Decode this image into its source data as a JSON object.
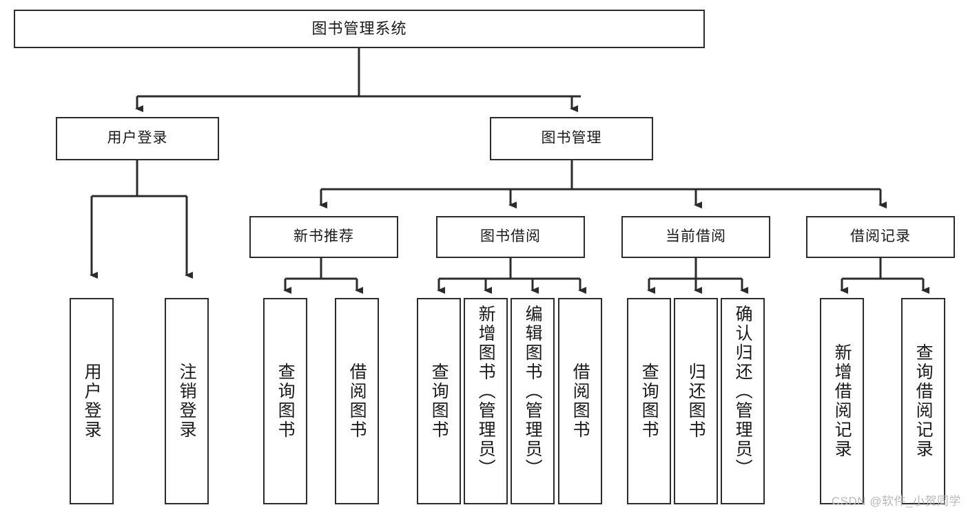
{
  "diagram": {
    "title": "图书管理系统",
    "type": "tree-hierarchy",
    "watermark": "CSDN @软件_小贺同学",
    "colors": {
      "box_border": "#2b2b2b",
      "box_fill": "#ffffff",
      "connector": "#2b2b2b",
      "text": "#1a1a1a",
      "watermark": "#b9b9b9",
      "background": "#ffffff"
    }
  },
  "nodes": {
    "root": {
      "label": "图书管理系统"
    },
    "level2": [
      {
        "id": "user-login",
        "label": "用户登录"
      },
      {
        "id": "book-manage",
        "label": "图书管理"
      }
    ],
    "level3": [
      {
        "id": "new-book-recommend",
        "label": "新书推荐"
      },
      {
        "id": "book-borrow",
        "label": "图书借阅"
      },
      {
        "id": "current-borrow",
        "label": "当前借阅"
      },
      {
        "id": "borrow-record",
        "label": "借阅记录"
      }
    ],
    "leaves": [
      {
        "id": "leaf-user-login",
        "label": "用户登录",
        "parent": "user-login"
      },
      {
        "id": "leaf-user-logout",
        "label": "注销登录",
        "parent": "user-login"
      },
      {
        "id": "leaf-query-book-1",
        "label": "查询图书",
        "parent": "new-book-recommend"
      },
      {
        "id": "leaf-borrow-book-1",
        "label": "借阅图书",
        "parent": "new-book-recommend"
      },
      {
        "id": "leaf-query-book-2",
        "label": "查询图书",
        "parent": "book-borrow"
      },
      {
        "id": "leaf-add-book",
        "label": "新增图书（管理员）",
        "parent": "book-borrow"
      },
      {
        "id": "leaf-edit-book",
        "label": "编辑图书（管理员）",
        "parent": "book-borrow"
      },
      {
        "id": "leaf-borrow-book-2",
        "label": "借阅图书",
        "parent": "book-borrow"
      },
      {
        "id": "leaf-query-book-3",
        "label": "查询图书",
        "parent": "current-borrow"
      },
      {
        "id": "leaf-return-book",
        "label": "归还图书",
        "parent": "current-borrow"
      },
      {
        "id": "leaf-confirm-return",
        "label": "确认归还（管理员）",
        "parent": "current-borrow"
      },
      {
        "id": "leaf-add-record",
        "label": "新增借阅记录",
        "parent": "borrow-record"
      },
      {
        "id": "leaf-query-record",
        "label": "查询借阅记录",
        "parent": "borrow-record"
      }
    ]
  }
}
